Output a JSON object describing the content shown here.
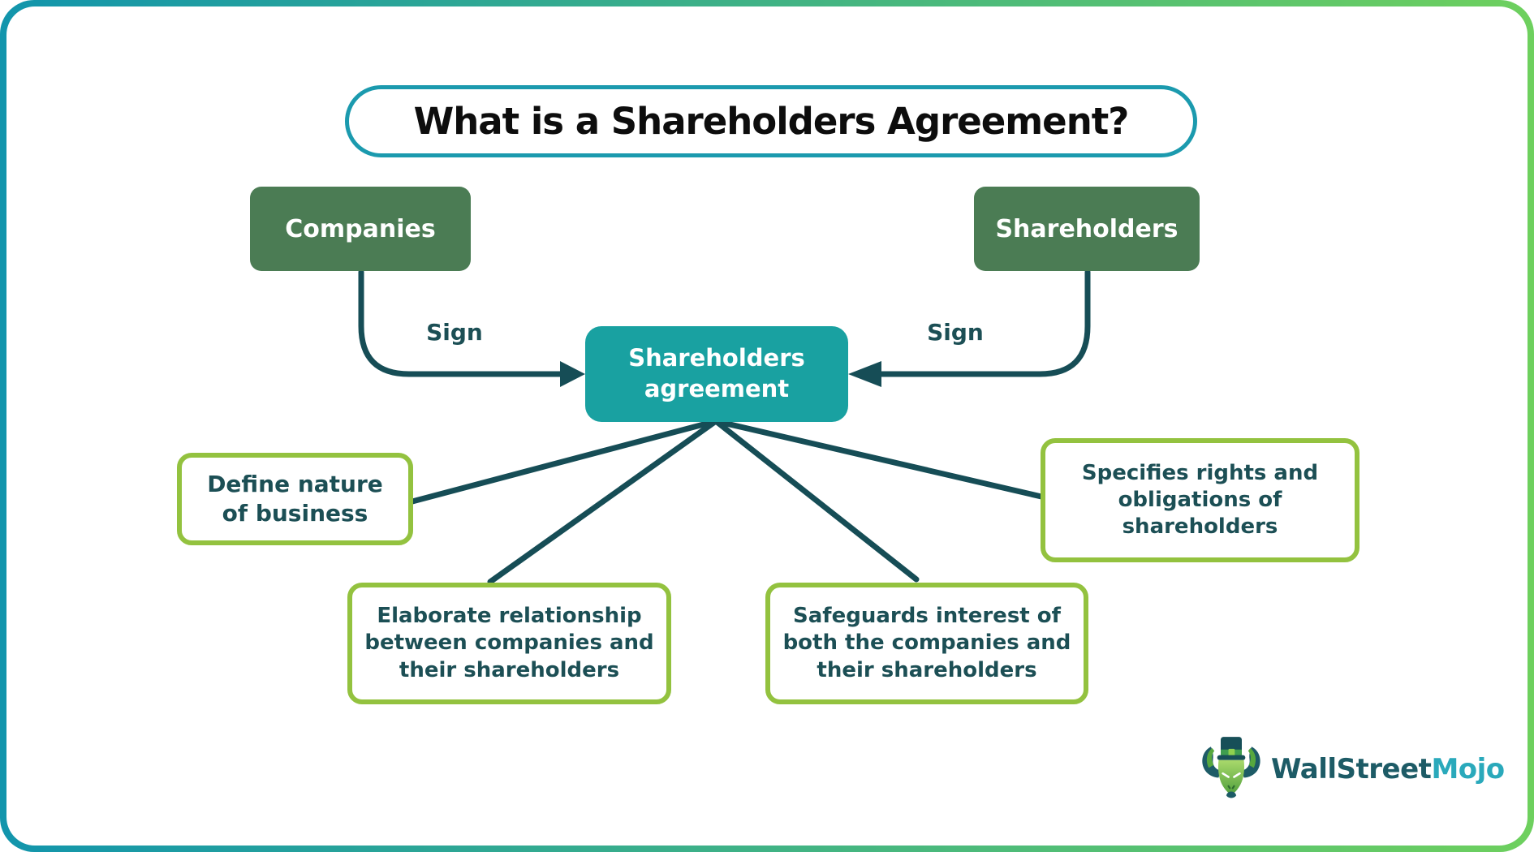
{
  "title": "What is a Shareholders Agreement?",
  "parties": {
    "left": "Companies",
    "right": "Shareholders"
  },
  "connectors": {
    "left_label": "Sign",
    "right_label": "Sign"
  },
  "center_box": "Shareholders agreement",
  "outcomes": {
    "define": "Define nature of business",
    "elaborate": "Elaborate relationship between companies and their shareholders",
    "safeguards": "Safeguards interest of both the companies and their shareholders",
    "specifies": "Specifies rights and obligations of shareholders"
  },
  "logo": {
    "brand_primary": "WallStreet",
    "brand_secondary": "Mojo",
    "icon": "bull-with-top-hat-icon"
  },
  "colors": {
    "frame_teal": "#1295ac",
    "frame_green": "#6ed05e",
    "title_border": "#1b9aae",
    "party_green": "#4b7c54",
    "center_teal": "#19a1a1",
    "outcome_border": "#93c23f",
    "line_teal": "#164d56",
    "text_teal": "#1c4f55",
    "title_text": "#0d0d0d",
    "logo_dark": "#1d5b66",
    "logo_teal": "#2aa9bb"
  }
}
